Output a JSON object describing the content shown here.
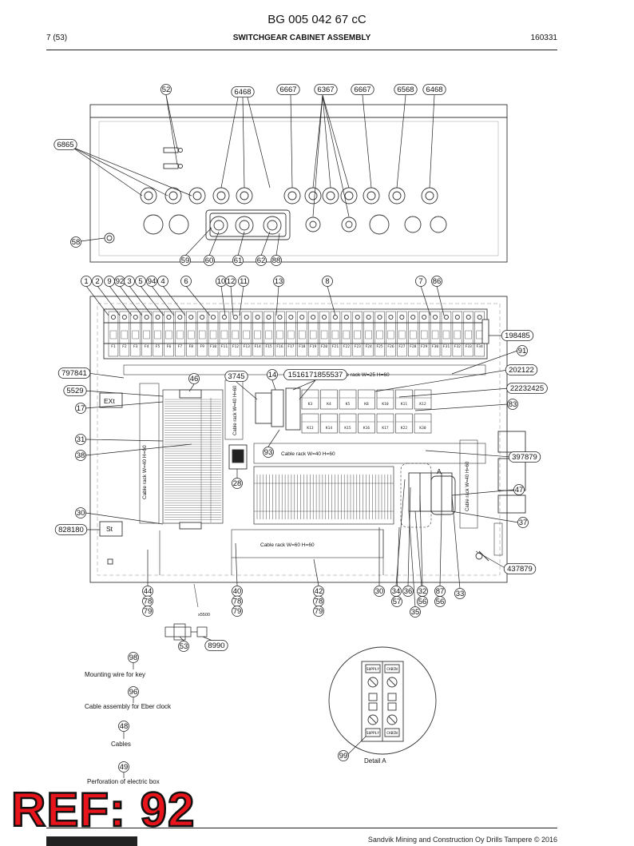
{
  "header": {
    "doc_id": "BG 005 042 67 cC",
    "page": "7 (53)",
    "section": "SWITCHGEAR CABINET ASSEMBLY",
    "date": "160331"
  },
  "top_callouts": [
    "52",
    "6468",
    "6667",
    "6367",
    "6667",
    "6568",
    "6468",
    "6865",
    "58",
    "59",
    "60",
    "61",
    "62",
    "88"
  ],
  "main_top_callouts": [
    "1",
    "2",
    "9",
    "92",
    "3",
    "5",
    "94",
    "4",
    "6",
    "10",
    "12",
    "11",
    "13",
    "8",
    "7",
    "86"
  ],
  "left_callouts": [
    "797841",
    "5529",
    "17",
    "31",
    "38",
    "30",
    "828180"
  ],
  "right_callouts": [
    "198485",
    "91",
    "202122",
    "22232425",
    "83",
    "397879",
    "47",
    "37",
    "437879"
  ],
  "inner_callouts": [
    "46",
    "3745",
    "14",
    "1516171855537",
    "93",
    "28"
  ],
  "bottom_callouts": {
    "c44": [
      "44",
      "78",
      "79"
    ],
    "c40": [
      "40",
      "78",
      "79"
    ],
    "c42": [
      "42",
      "78",
      "79"
    ],
    "c30": "30",
    "c34": "34",
    "c36": "36",
    "c32": "32",
    "c87": "87",
    "c57": "57",
    "c56a": "56",
    "c56b": "56",
    "c35": "35",
    "c33": "33",
    "c53": "53",
    "c8990": "8990",
    "c98": "98",
    "c96": "96",
    "c48": "48",
    "c49": "49",
    "c99": "99"
  },
  "labels": {
    "ext": "EXt",
    "st": "St",
    "cable_rack_w25": "Cable rack W=25 H=60",
    "cable_rack_w40_top": "Cable rack W=40 H=60",
    "cable_rack_w60": "Cable rack W=60 H=60",
    "cable_rack_vert_left": "Cable rack W=40 H=60",
    "cable_rack_vert_mid": "Cable rack W=40 H=60",
    "cable_rack_vert_right": "Cable rack W=40 H=60",
    "x5500": "x5500",
    "detail_a_marker": "A",
    "mounting_wire": "Mounting wire for key",
    "cable_assembly": "Cable assembly for Eber clock",
    "cables": "Cables",
    "perforation": "Perforation of electric box",
    "detail_a": "Detail A",
    "supply": "SUPPLY",
    "cabin": "CABIN"
  },
  "fuse_labels": [
    "F1",
    "F2",
    "F3",
    "F4",
    "F5",
    "F6",
    "F7",
    "F8",
    "F9",
    "F10",
    "F11",
    "F12",
    "F13",
    "F14",
    "F15",
    "F16",
    "F17",
    "F18",
    "F19",
    "F20",
    "F21",
    "F22",
    "F23",
    "F24",
    "F25",
    "F26",
    "F27",
    "F28",
    "F29",
    "F30",
    "F31",
    "F32",
    "F33",
    "F34"
  ],
  "relay_row1": [
    "K3",
    "K4",
    "K5",
    "K8",
    "K10",
    "K11",
    "K12"
  ],
  "relay_row2": [
    "K13",
    "K14",
    "K15",
    "K16",
    "K17",
    "K22",
    "K30"
  ],
  "ref_stamp": "REF: 92",
  "footer": "Sandvik Mining and Construction Oy Drills Tampere © 2016"
}
